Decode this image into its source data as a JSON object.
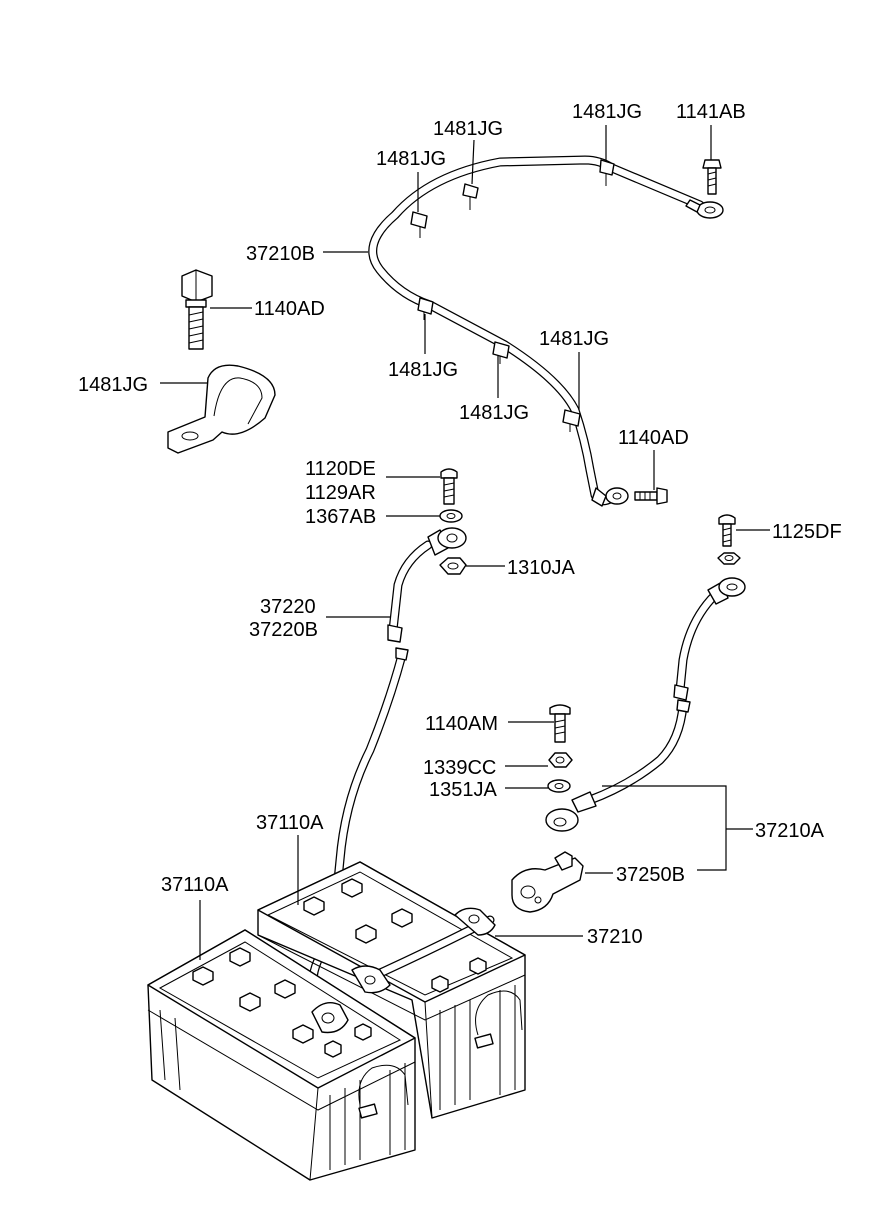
{
  "labels": {
    "l_1481JG_top": "1481JG",
    "l_1141AB": "1141AB",
    "l_1481JG_b": "1481JG",
    "l_1481JG_c": "1481JG",
    "l_37210B": "37210B",
    "l_1140AD_a": "1140AD",
    "l_1481JG_clip": "1481JG",
    "l_1481JG_d": "1481JG",
    "l_1481JG_e": "1481JG",
    "l_1481JG_f": "1481JG",
    "l_1140AD_b": "1140AD",
    "l_1120DE": "1120DE",
    "l_1129AR": "1129AR",
    "l_1367AB": "1367AB",
    "l_1310JA": "1310JA",
    "l_1125DF": "1125DF",
    "l_37220": "37220",
    "l_37220B": "37220B",
    "l_1140AM": "1140AM",
    "l_1339CC": "1339CC",
    "l_1351JA": "1351JA",
    "l_37210A": "37210A",
    "l_37110A_a": "37110A",
    "l_37110A_b": "37110A",
    "l_37250B": "37250B",
    "l_37210": "37210"
  }
}
